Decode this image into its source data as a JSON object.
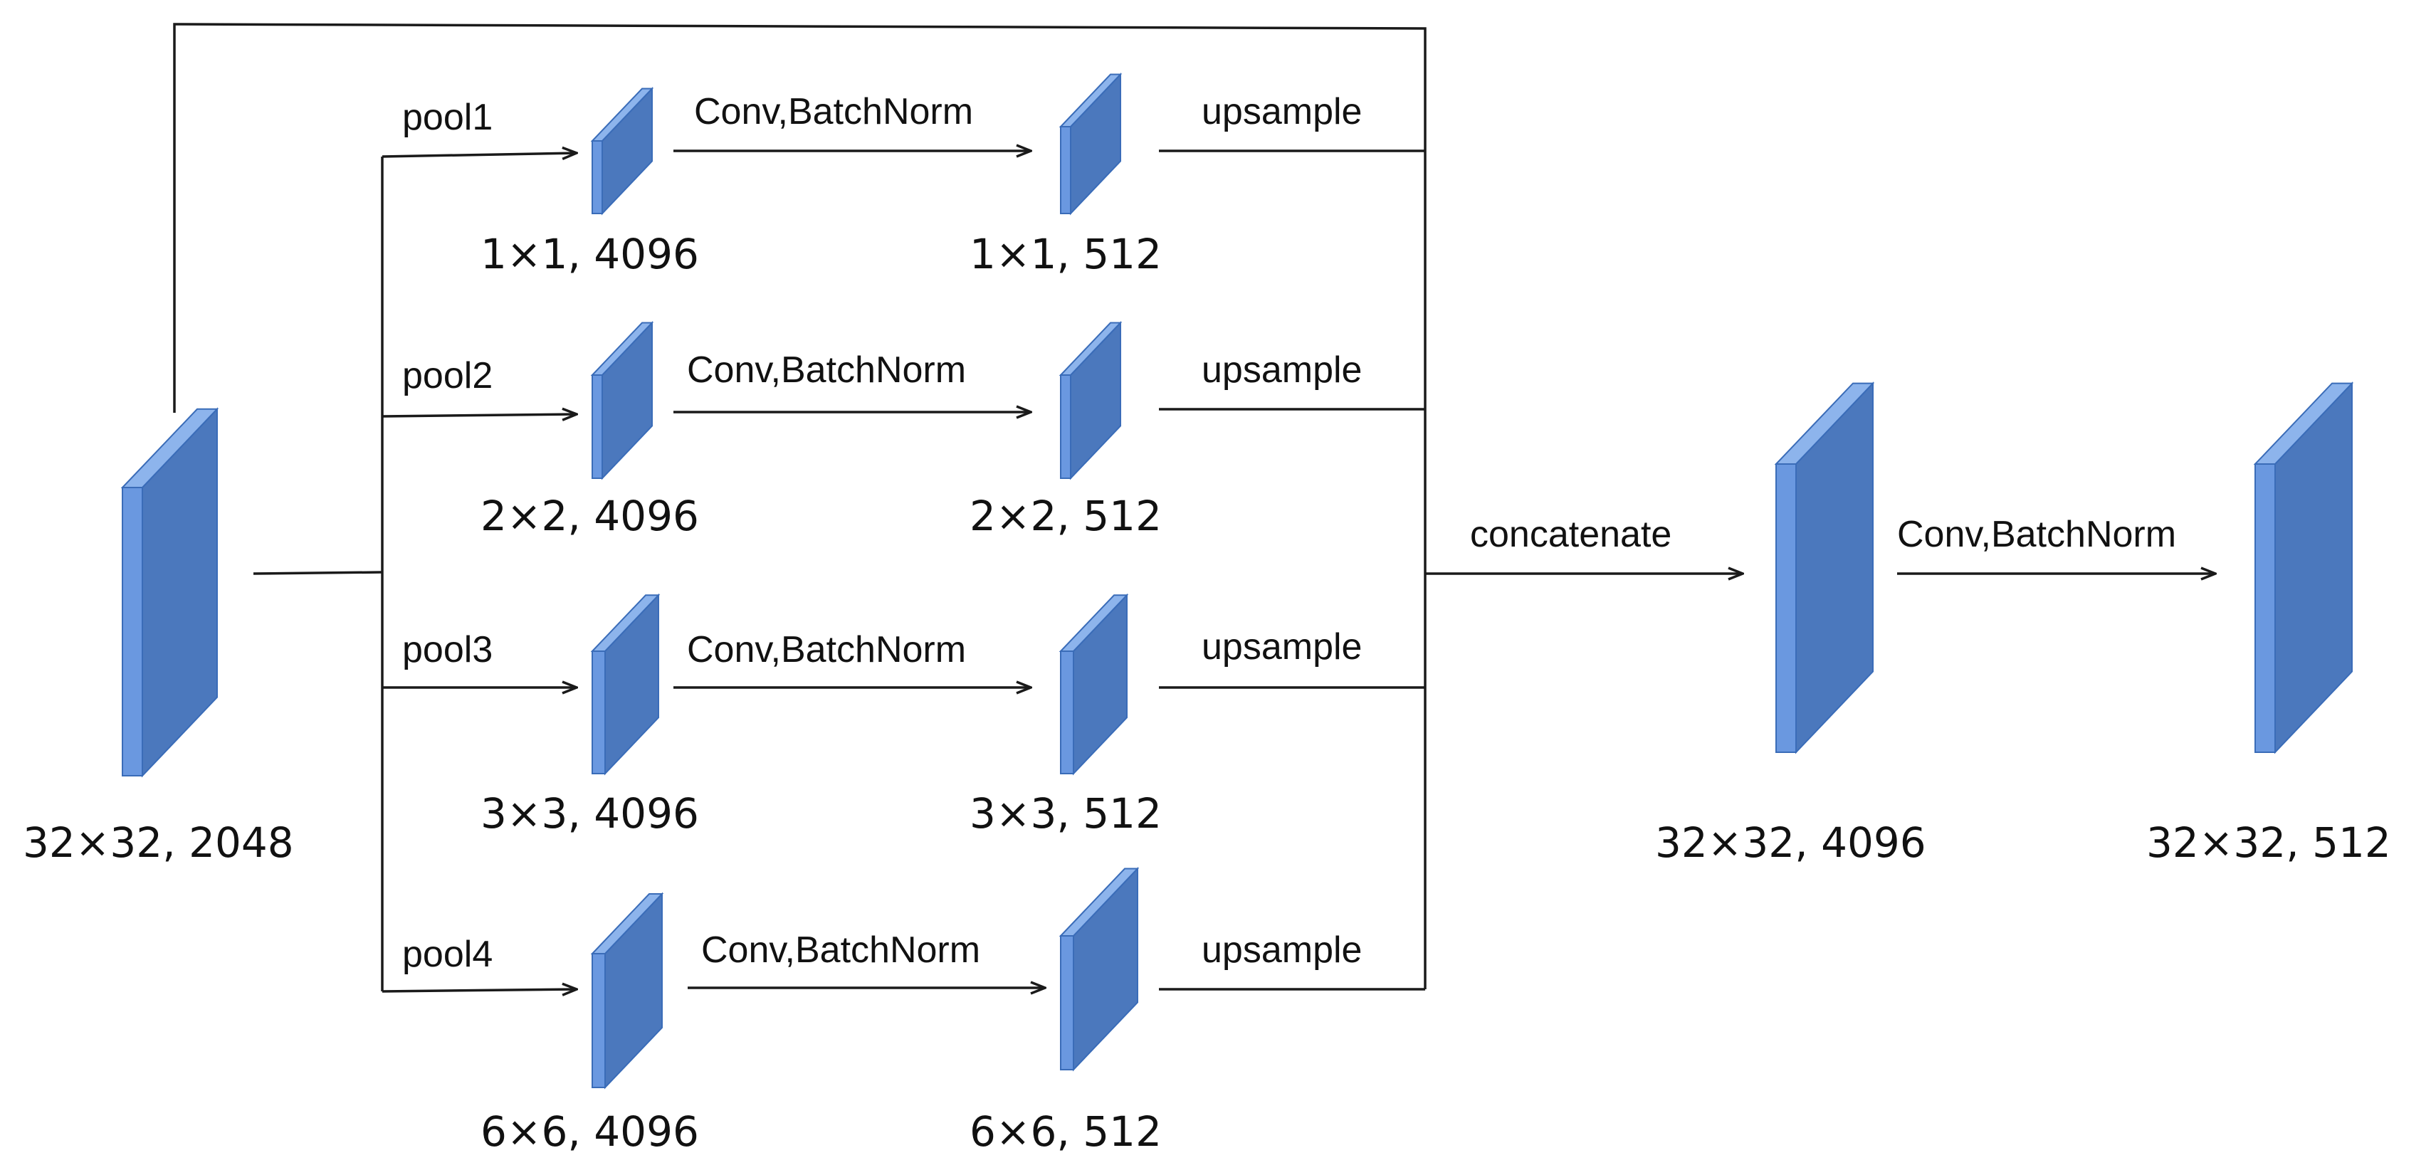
{
  "colors": {
    "block_front": "#4b78bd",
    "block_side": "#6a98e0",
    "block_top": "#8db4ec",
    "line": "#1a1a1a"
  },
  "input": {
    "dims": "32×32, 2048"
  },
  "branches": [
    {
      "pool_label": "pool1",
      "conv_label": "Conv,BatchNorm",
      "upsample_label": "upsample",
      "pooled_dims": "1×1, 4096",
      "conv_dims": "1×1, 512"
    },
    {
      "pool_label": "pool2",
      "conv_label": "Conv,BatchNorm",
      "upsample_label": "upsample",
      "pooled_dims": "2×2, 4096",
      "conv_dims": "2×2, 512"
    },
    {
      "pool_label": "pool3",
      "conv_label": "Conv,BatchNorm",
      "upsample_label": "upsample",
      "pooled_dims": "3×3, 4096",
      "conv_dims": "3×3, 512"
    },
    {
      "pool_label": "pool4",
      "conv_label": "Conv,BatchNorm",
      "upsample_label": "upsample",
      "pooled_dims": "6×6, 4096",
      "conv_dims": "6×6, 512"
    }
  ],
  "concat": {
    "label": "concatenate",
    "dims": "32×32, 4096"
  },
  "final": {
    "label": "Conv,BatchNorm",
    "dims": "32×32, 512"
  }
}
